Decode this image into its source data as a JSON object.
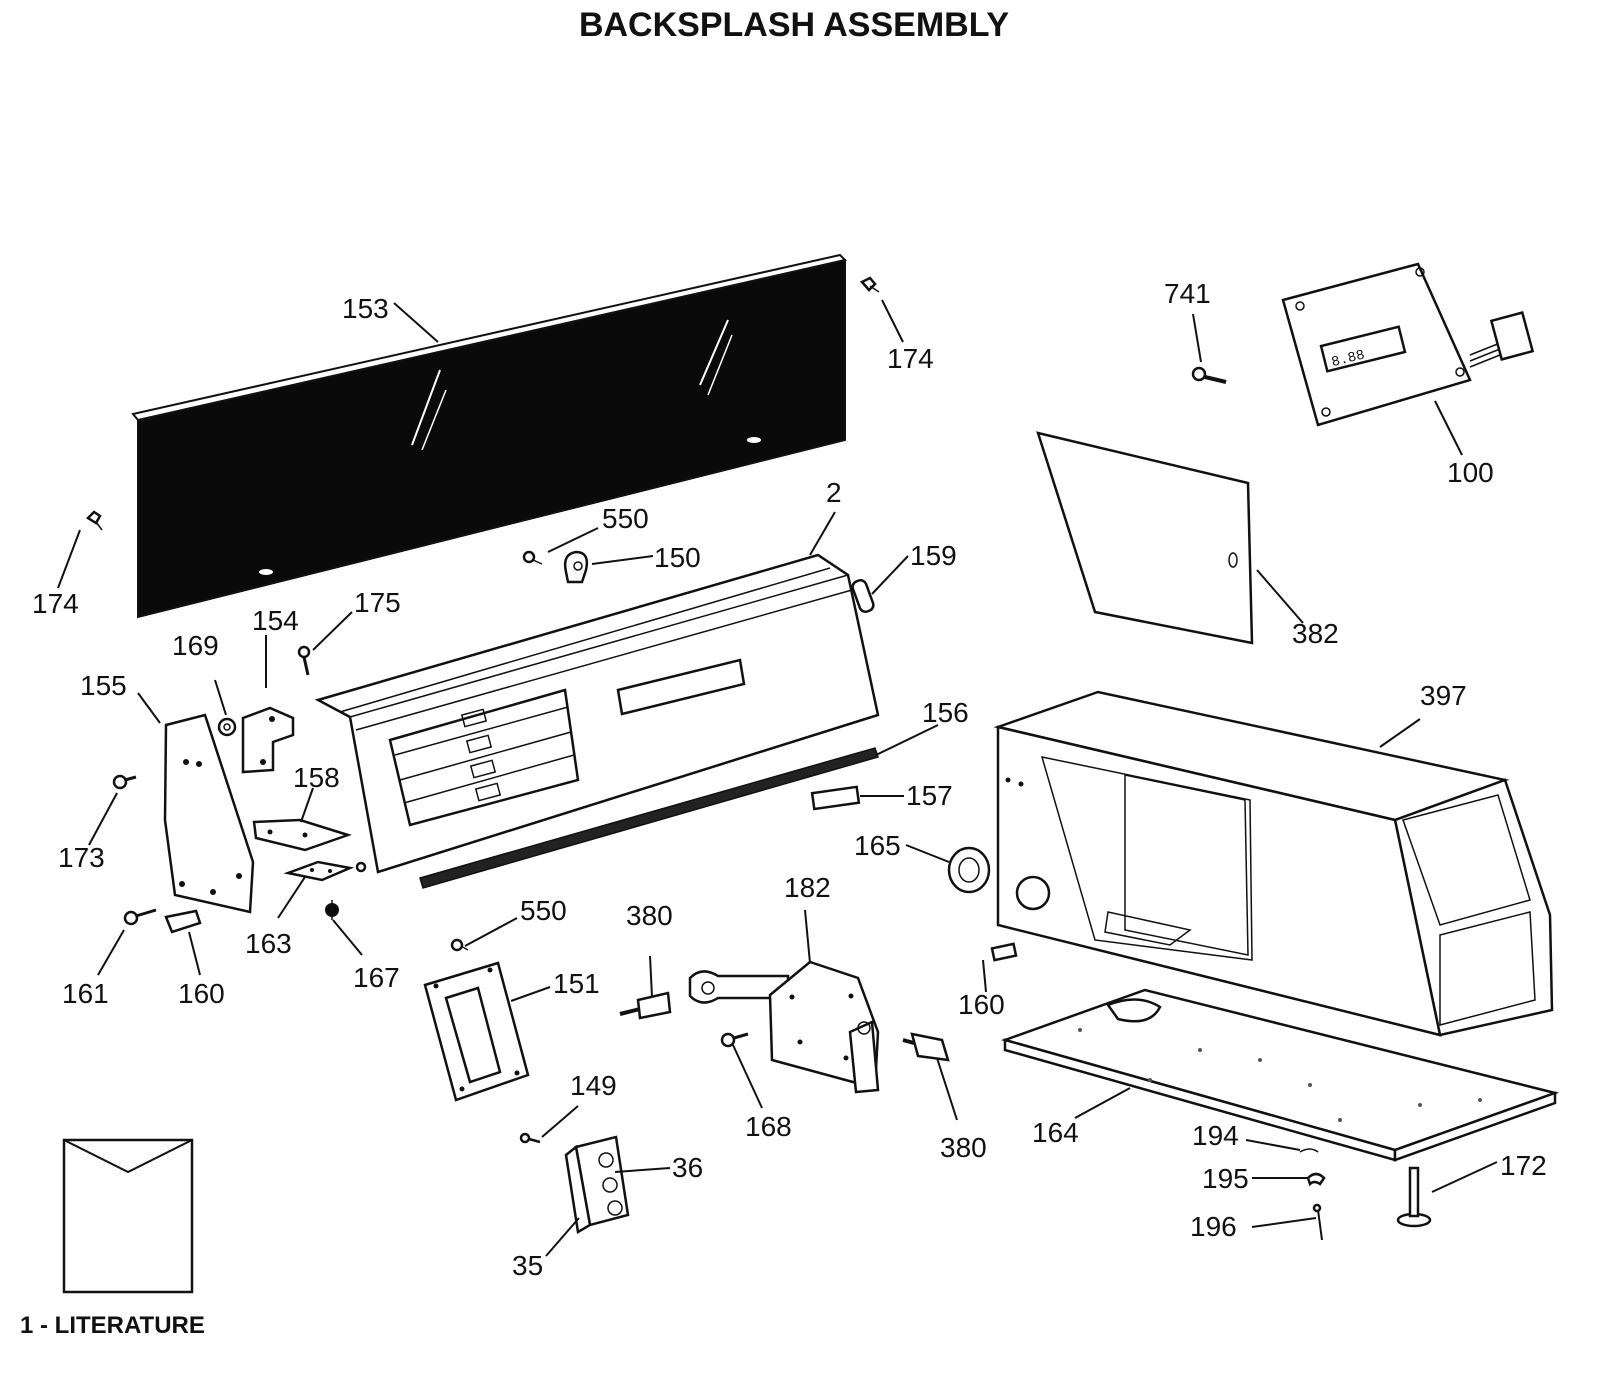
{
  "title": "BACKSPLASH ASSEMBLY",
  "literature": "1 - LITERATURE",
  "callouts": {
    "p153": "153",
    "p174a": "174",
    "p174b": "174",
    "p741": "741",
    "p100": "100",
    "p2": "2",
    "p550a": "550",
    "p150": "150",
    "p159": "159",
    "p382": "382",
    "p175": "175",
    "p154": "154",
    "p169": "169",
    "p155": "155",
    "p173": "173",
    "p158": "158",
    "p156": "156",
    "p157": "157",
    "p397": "397",
    "p165": "165",
    "p163": "163",
    "p167": "167",
    "p161": "161",
    "p160a": "160",
    "p160b": "160",
    "p550b": "550",
    "p151": "151",
    "p380a": "380",
    "p380b": "380",
    "p182": "182",
    "p168": "168",
    "p164": "164",
    "p149": "149",
    "p36": "36",
    "p35": "35",
    "p194": "194",
    "p195": "195",
    "p196": "196",
    "p172": "172"
  },
  "panel_text": {
    "display_digits": "8.88"
  }
}
